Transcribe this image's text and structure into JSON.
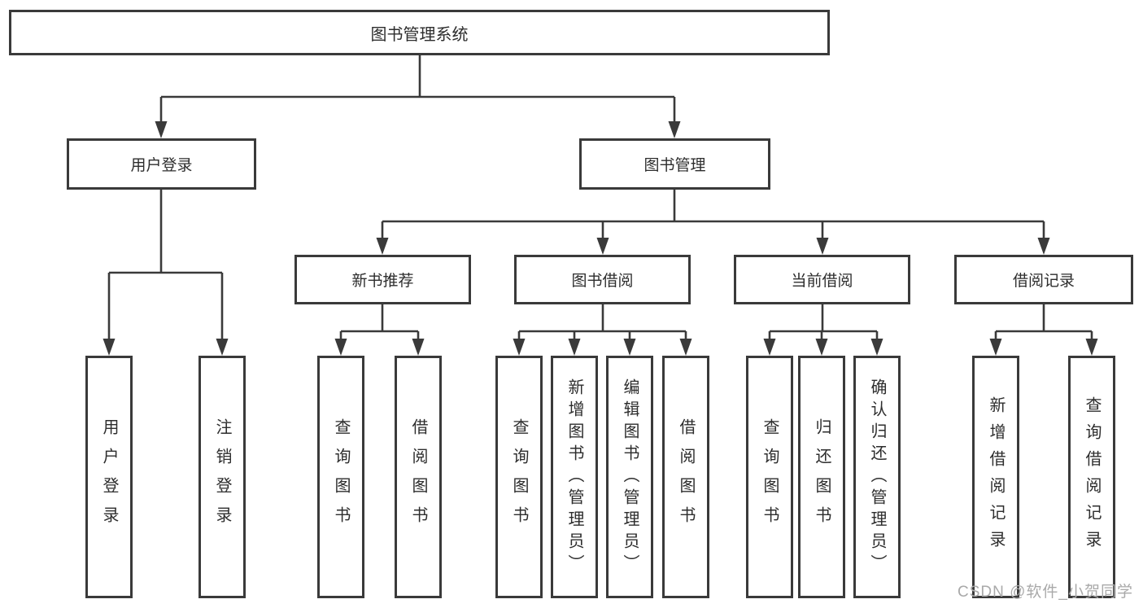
{
  "colors": {
    "line": "#3a3a3a",
    "text": "#2d2d2d",
    "watermark": "#a9a9a9",
    "background": "#ffffff"
  },
  "root": {
    "label": "图书管理系统"
  },
  "level2": [
    {
      "id": "user-login",
      "label": "用户登录"
    },
    {
      "id": "book-management",
      "label": "图书管理"
    }
  ],
  "level3": [
    {
      "id": "new-book-recommend",
      "label": "新书推荐",
      "parent": "图书管理"
    },
    {
      "id": "book-borrow",
      "label": "图书借阅",
      "parent": "图书管理"
    },
    {
      "id": "current-borrow",
      "label": "当前借阅",
      "parent": "图书管理"
    },
    {
      "id": "borrow-records",
      "label": "借阅记录",
      "parent": "图书管理"
    }
  ],
  "leaves": [
    {
      "label": "用户登录",
      "parent": "用户登录"
    },
    {
      "label": "注销登录",
      "parent": "用户登录"
    },
    {
      "label": "查询图书",
      "parent": "新书推荐"
    },
    {
      "label": "借阅图书",
      "parent": "新书推荐"
    },
    {
      "label": "查询图书",
      "parent": "图书借阅"
    },
    {
      "label": "新增图书（管理员）",
      "parent": "图书借阅"
    },
    {
      "label": "编辑图书（管理员）",
      "parent": "图书借阅"
    },
    {
      "label": "借阅图书",
      "parent": "图书借阅"
    },
    {
      "label": "查询图书",
      "parent": "当前借阅"
    },
    {
      "label": "归还图书",
      "parent": "当前借阅"
    },
    {
      "label": "确认归还（管理员）",
      "parent": "当前借阅"
    },
    {
      "label": "新增借阅记录",
      "parent": "借阅记录"
    },
    {
      "label": "查询借阅记录",
      "parent": "借阅记录"
    }
  ],
  "watermark": "CSDN @软件_小贺同学"
}
